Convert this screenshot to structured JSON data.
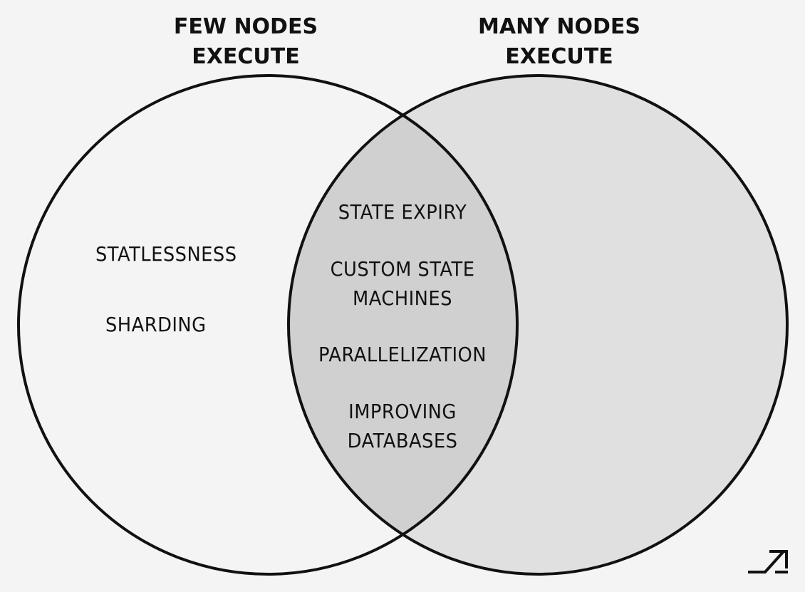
{
  "left_circle": {
    "heading": [
      "FEW NODES",
      "EXECUTE"
    ],
    "items": [
      "STATLESSNESS",
      "SHARDING"
    ]
  },
  "right_circle": {
    "heading": [
      "MANY NODES",
      "EXECUTE"
    ],
    "items": []
  },
  "intersection": {
    "items": [
      [
        "STATE EXPIRY"
      ],
      [
        "CUSTOM STATE",
        "MACHINES"
      ],
      [
        "PARALLELIZATION"
      ],
      [
        "IMPROVING",
        "DATABASES"
      ]
    ]
  },
  "colors": {
    "background": "#f4f4f4",
    "left_fill": "#f4f4f4",
    "right_fill": "#e0e0e0",
    "overlap_fill": "#d0d0d0",
    "stroke": "#111111"
  },
  "logo_icon": "diagonal-arrow-logo-icon"
}
